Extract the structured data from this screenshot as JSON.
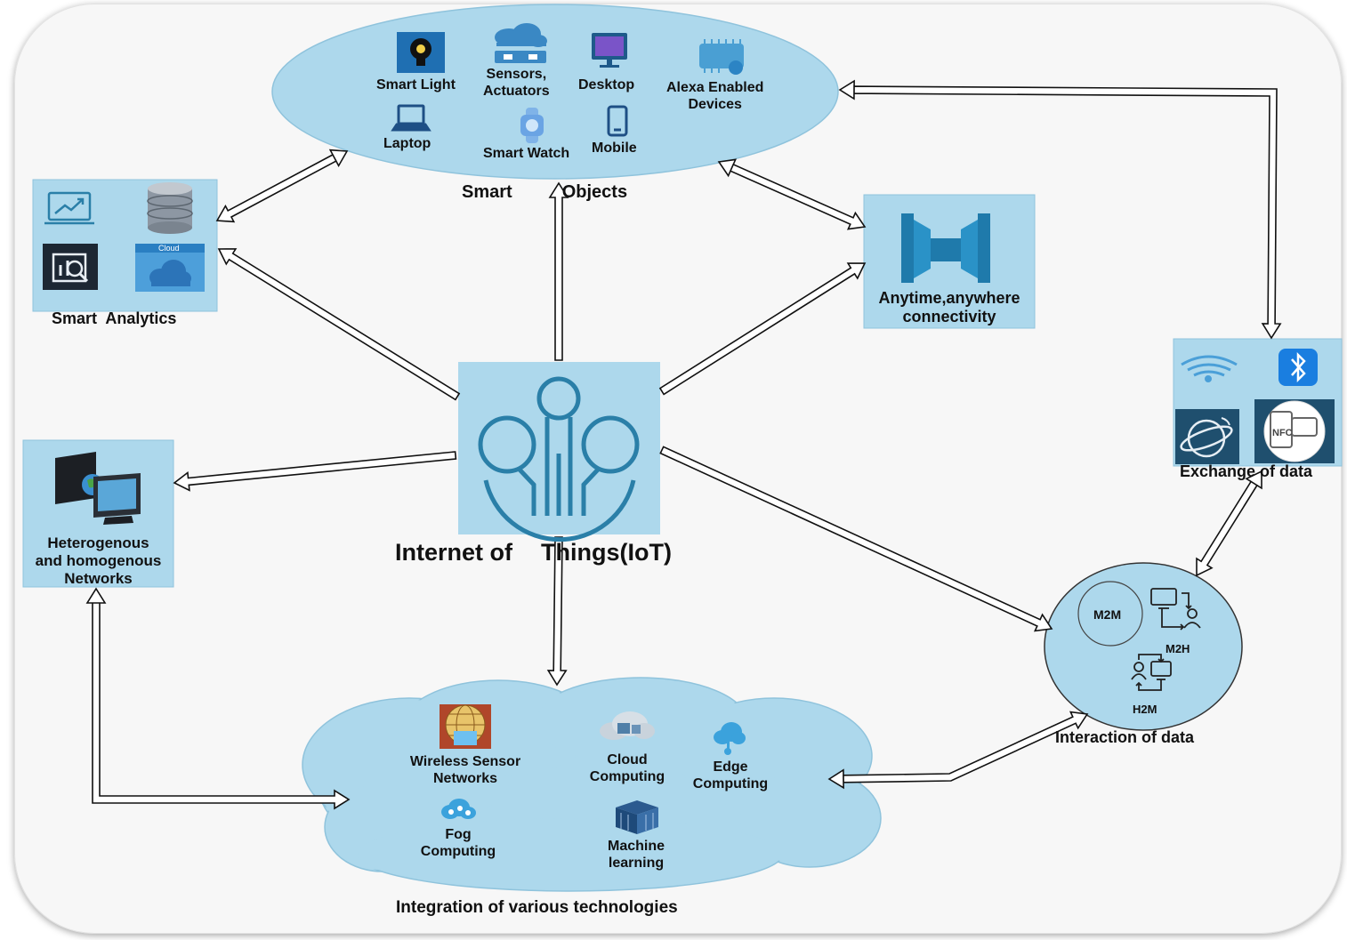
{
  "center": {
    "title_part1": "Internet of",
    "title_part2": "Things(IoT)"
  },
  "smart_objects": {
    "title_part1": "Smart",
    "title_part2": "Objects",
    "items": {
      "smart_light": "Smart Light",
      "sensors_l1": "Sensors,",
      "sensors_l2": "Actuators",
      "desktop": "Desktop",
      "alexa_l1": "Alexa Enabled",
      "alexa_l2": "Devices",
      "laptop": "Laptop",
      "smart_watch": "Smart Watch",
      "mobile": "Mobile"
    }
  },
  "smart_analytics": {
    "title": "Smart  Analytics",
    "cloud_tag": "Cloud"
  },
  "connectivity": {
    "l1": "Anytime,anywhere",
    "l2": "connectivity"
  },
  "exchange": {
    "title": "Exchange of data",
    "nfc": "NFC"
  },
  "networks": {
    "l1": "Heterogenous",
    "l2": "and homogenous",
    "l3": "Networks"
  },
  "interaction": {
    "title": "Interaction of data",
    "m2m": "M2M",
    "m2h": "M2H",
    "h2m": "H2M"
  },
  "integration": {
    "title": "Integration of various technologies",
    "wsn_l1": "Wireless Sensor",
    "wsn_l2": "Networks",
    "cloud_l1": "Cloud",
    "cloud_l2": "Computing",
    "edge_l1": "Edge",
    "edge_l2": "Computing",
    "fog_l1": "Fog",
    "fog_l2": "Computing",
    "ml_l1": "Machine",
    "ml_l2": "learning"
  },
  "colors": {
    "panel": "#add8ec",
    "icon_blue": "#2a7fa8",
    "arrow_fill": "#ffffff",
    "arrow_stroke": "#111111"
  }
}
